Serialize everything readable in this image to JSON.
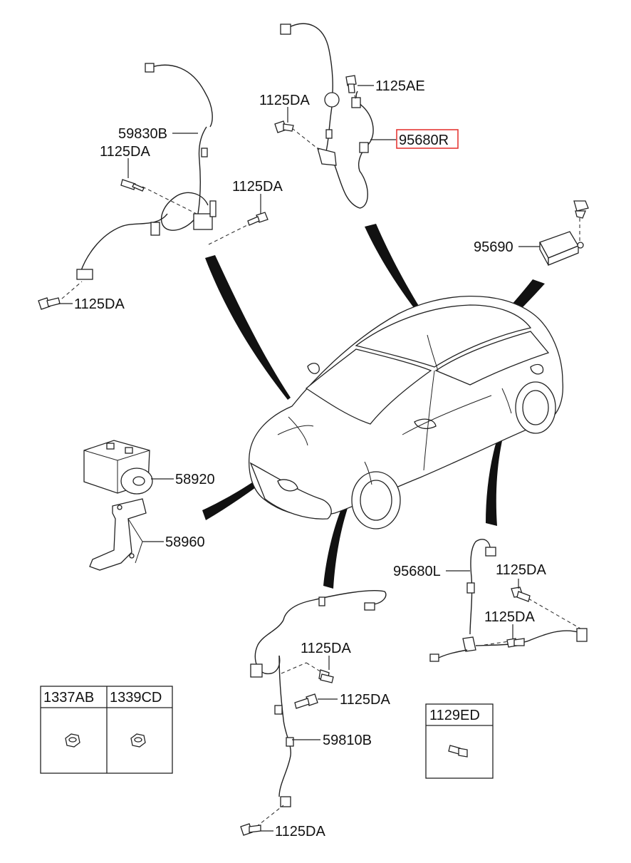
{
  "labels": {
    "p59830B": "59830B",
    "p1125DA_tl1": "1125DA",
    "p1125DA_tl2": "1125DA",
    "p1125DA_tl3": "1125DA",
    "p1125DA_top": "1125DA",
    "p1125AE": "1125AE",
    "p95680R": "95680R",
    "p95690": "95690",
    "p58920": "58920",
    "p58960": "58960",
    "p95680L": "95680L",
    "p1125DA_rr1": "1125DA",
    "p1125DA_rr2": "1125DA",
    "p1125DA_bc1": "1125DA",
    "p1125DA_bc2": "1125DA",
    "p59810B": "59810B",
    "p1125DA_bc3": "1125DA"
  },
  "boxes": {
    "box_nuts": {
      "col1": "1337AB",
      "col2": "1339CD"
    },
    "box_bolt": {
      "col1": "1129ED"
    }
  },
  "colors": {
    "highlight": "#e53935",
    "ink": "#222222",
    "wedge": "#111111"
  }
}
